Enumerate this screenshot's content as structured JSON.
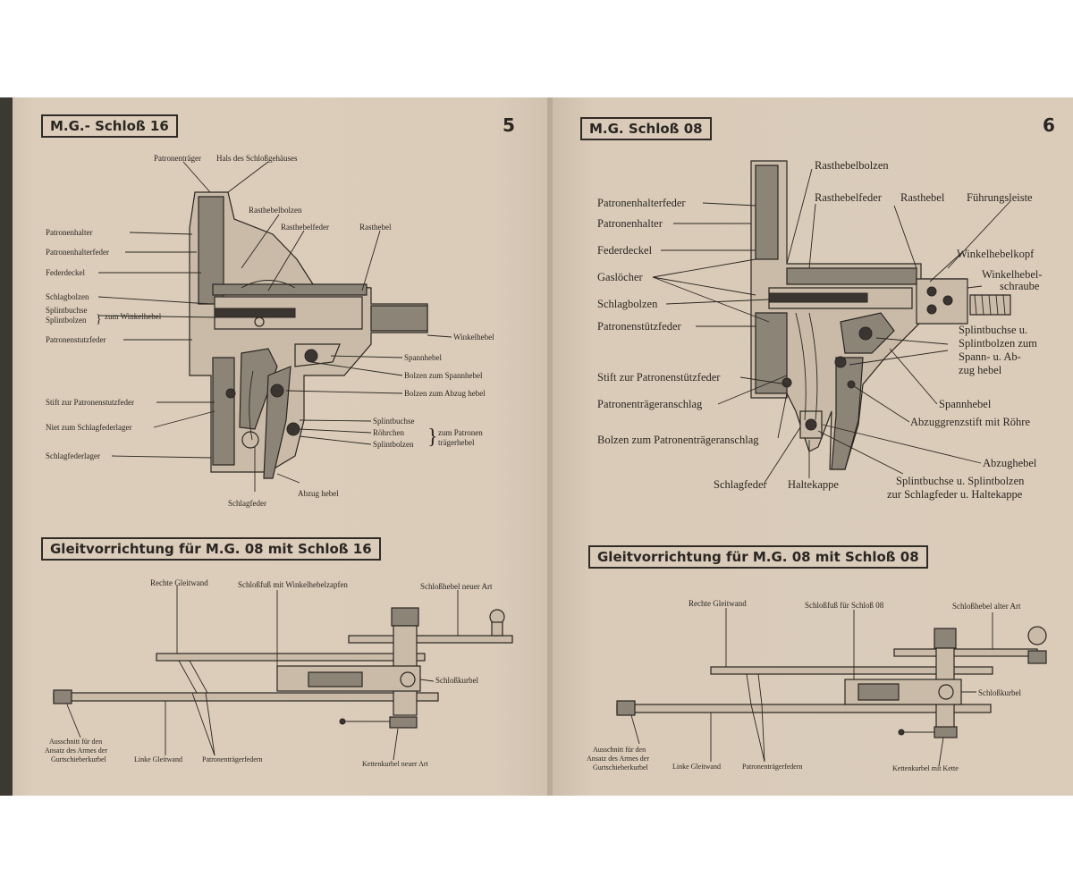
{
  "left_page": {
    "page_number": "5",
    "lock_title": "M.G.- Schloß 16",
    "lock_labels": {
      "patronentraeger": "Patronenträger",
      "hals": "Hals des Schloßgehäuses",
      "rasthebelbolzen": "Rasthebelbolzen",
      "rasthebelfeder": "Rasthebelfeder",
      "rasthebel": "Rasthebel",
      "patronenhalter": "Patronenhalter",
      "patronenhalterfeder": "Patronenhalterfeder",
      "federdeckel": "Federdeckel",
      "schlagbolzen": "Schlagbolzen",
      "splintbuchse": "Splintbuchse",
      "splintbolzen": "Splintbolzen",
      "zum_winkelhebel": "zum Winkelhebel",
      "patronenstuetzfeder": "Patronenstutzfeder",
      "winkelhebel": "Winkelhebel",
      "spannhebel": "Spannhebel",
      "bolzen_spannhebel": "Bolzen zum Spannhebel",
      "bolzen_abzughebel": "Bolzen zum Abzug hebel",
      "stift": "Stift zur Patronenstutzfeder",
      "niet": "Niet zum Schlagfederlager",
      "schlagfederlager": "Schlagfederlager",
      "splintbuchse2": "Splintbuchse",
      "roehrchen": "Röhrchen",
      "splintbolzen2": "Splintbolzen",
      "zum_patronen": "zum Patronen",
      "traegerhebel": "trägerhebel",
      "abzughebel": "Abzug hebel",
      "schlagfeder": "Schlagfeder"
    },
    "slide_title": "Gleitvorrichtung für M.G. 08 mit Schloß 16",
    "slide_labels": {
      "rechte": "Rechte Gleitwand",
      "schlossfuss": "Schloßfuß mit Winkelhebelzapfen",
      "schlosshebel": "Schloßhebel neuer Art",
      "schlosskurbel": "Schloßkurbel",
      "ausschnitt1": "Ausschnitt für den",
      "ausschnitt2": "Ansatz des Armes der",
      "ausschnitt3": "Gurtschieberkurbel",
      "linke": "Linke Gleitwand",
      "federn": "Patronenträgerfedern",
      "kettenkurbel": "Kettenkurbel neuer Art"
    }
  },
  "right_page": {
    "page_number": "6",
    "lock_title": "M.G. Schloß 08",
    "lock_labels": {
      "rasthebelbolzen": "Rasthebelbolzen",
      "rasthebelfeder": "Rasthebelfeder",
      "rasthebel": "Rasthebel",
      "fuehrungsleiste": "Führungsleiste",
      "patronenhalterfeder": "Patronenhalterfeder",
      "patronenhalter": "Patronenhalter",
      "federdeckel": "Federdeckel",
      "winkelhebelkopf": "Winkelhebelkopf",
      "gasloecher": "Gaslöcher",
      "winkelhebelschraube1": "Winkelhebel-",
      "winkelhebelschraube2": "schraube",
      "schlagbolzen": "Schlagbolzen",
      "patronenstuetzfeder": "Patronenstützfeder",
      "splint1": "Splintbuchse u.",
      "splint2": "Splintbolzen zum",
      "splint3": "Spann- u. Ab-",
      "splint4": "zug hebel",
      "stift": "Stift zur Patronenstützfeder",
      "spannhebel": "Spannhebel",
      "anschlag": "Patronenträgeranschlag",
      "abzuggrenzstift": "Abzuggrenzstift mit Röhre",
      "bolzen_anschlag": "Bolzen zum Patronenträgeranschlag",
      "abzughebel": "Abzughebel",
      "schlagfeder": "Schlagfeder",
      "haltekappe": "Haltekappe",
      "splint_sf1": "Splintbuchse u. Splintbolzen",
      "splint_sf2": "zur Schlagfeder u. Haltekappe"
    },
    "slide_title": "Gleitvorrichtung für M.G. 08 mit Schloß 08",
    "slide_labels": {
      "rechte": "Rechte Gleitwand",
      "schlossfuss": "Schloßfuß für Schloß 08",
      "schlosshebel": "Schloßhebel alter Art",
      "schlosskurbel": "Schloßkurbel",
      "ausschnitt1": "Ausschnitt für den",
      "ausschnitt2": "Ansatz des Armes der",
      "ausschnitt3": "Gurtschieberkurbel",
      "linke": "Linke Gleitwand",
      "federn": "Patronenträgerfedern",
      "kettenkurbel": "Kettenkurbel mit Kette"
    }
  }
}
